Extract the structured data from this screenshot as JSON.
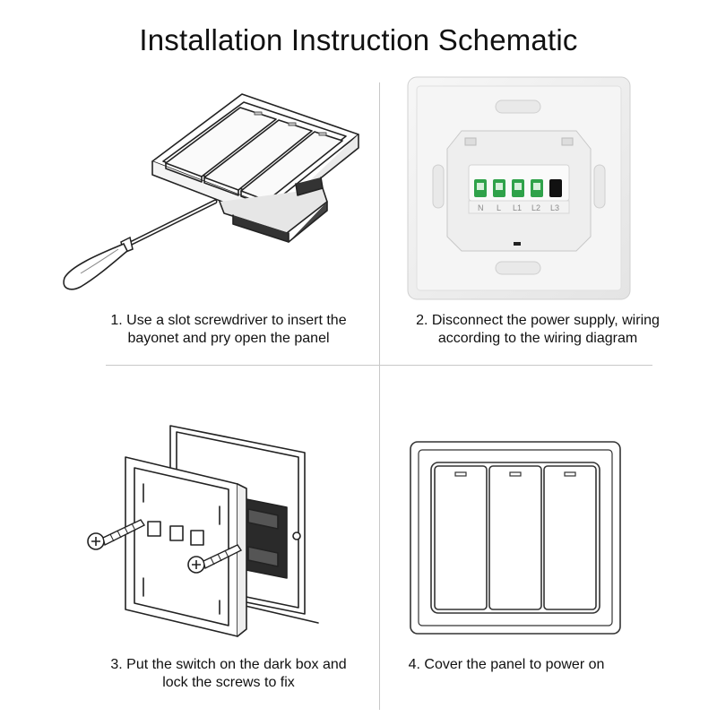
{
  "title": "Installation Instruction Schematic",
  "steps": [
    {
      "line1": "1. Use a slot screwdriver to insert the",
      "line2": "bayonet and pry open the panel"
    },
    {
      "line1": "2. Disconnect the power supply, wiring",
      "line2": "according to the wiring diagram"
    },
    {
      "line1": "3. Put the switch on the dark box and",
      "line2": "lock the screws to fix"
    },
    {
      "line1": "4. Cover the panel to power on",
      "line2": ""
    }
  ],
  "terminals": [
    "N",
    "L",
    "L1",
    "L2",
    "L3"
  ],
  "colors": {
    "terminal_green": "#2fa24a",
    "terminal_black": "#111111",
    "panel_white": "#f2f2f2"
  }
}
